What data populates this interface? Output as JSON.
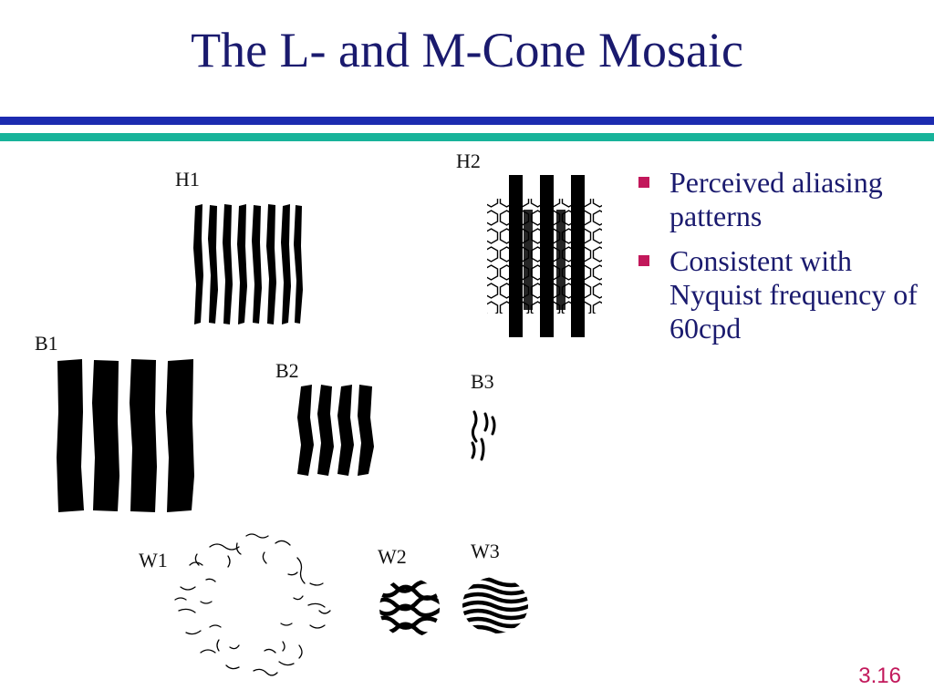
{
  "slide": {
    "title": "The L- and M-Cone Mosaic",
    "page_number": "3.16",
    "colors": {
      "title": "#1a1a6e",
      "rule_top": "#1c2bb0",
      "rule_bottom": "#17b39a",
      "bullet": "#c2185b"
    }
  },
  "figure_labels": {
    "h1": "H1",
    "h2": "H2",
    "b1": "B1",
    "b2": "B2",
    "b3": "B3",
    "w1": "W1",
    "w2": "W2",
    "w3": "W3"
  },
  "bullets": [
    "Perceived aliasing patterns",
    "Consistent with Nyquist frequency of 60cpd"
  ]
}
